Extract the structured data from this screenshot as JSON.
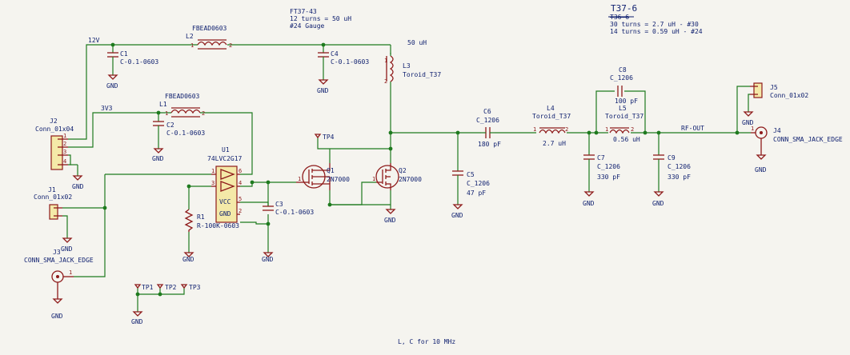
{
  "notes": {
    "ft_title": "FT37-43",
    "ft_line1": "12 turns = 50 uH",
    "ft_line2": "#24 Gauge",
    "uh50": "50 uH",
    "t37_title": "T37-6",
    "t36_struck": "T36-6",
    "t37_line1": "30 turns = 2.7 uH - #30",
    "t37_line2": "14 turns = 0.59 uH - #24",
    "footer": "L, C for 10 MHz"
  },
  "nets": {
    "v12": "12V",
    "v33": "3V3",
    "rfout": "RF-OUT"
  },
  "gnd": "GND",
  "components": {
    "L2": {
      "ref": "L2",
      "val": "FBEAD0603"
    },
    "L1": {
      "ref": "L1",
      "val": "FBEAD0603"
    },
    "C1": {
      "ref": "C1",
      "val": "C-0.1-0603"
    },
    "C4": {
      "ref": "C4",
      "val": "C-0.1-0603"
    },
    "C2": {
      "ref": "C2",
      "val": "C-0.1-0603"
    },
    "C3": {
      "ref": "C3",
      "val": "C-0.1-0603"
    },
    "L3": {
      "ref": "L3",
      "val": "Toroid_T37"
    },
    "J2": {
      "ref": "J2",
      "val": "Conn_01x04"
    },
    "J1": {
      "ref": "J1",
      "val": "Conn_01x02"
    },
    "J3": {
      "ref": "J3",
      "val": "CONN_SMA_JACK_EDGE"
    },
    "J4": {
      "ref": "J4",
      "val": "CONN_SMA_JACK_EDGE"
    },
    "J5": {
      "ref": "J5",
      "val": "Conn_01x02"
    },
    "U1": {
      "ref": "U1",
      "val": "74LVC2G17",
      "vcc": "VCC",
      "gndpin": "GND"
    },
    "R1": {
      "ref": "R1",
      "val": "R-100K-0603"
    },
    "Q1": {
      "ref": "Q1",
      "val": "2N7000"
    },
    "Q2": {
      "ref": "Q2",
      "val": "2N7000"
    },
    "TP4": {
      "ref": "TP4"
    },
    "TP1": {
      "ref": "TP1"
    },
    "TP2": {
      "ref": "TP2"
    },
    "TP3": {
      "ref": "TP3"
    },
    "C6": {
      "ref": "C6",
      "val": "C_1206",
      "value": "180 pF"
    },
    "C5": {
      "ref": "C5",
      "val": "C_1206",
      "value": "47 pF"
    },
    "L4": {
      "ref": "L4",
      "val": "Toroid_T37",
      "value": "2.7 uH"
    },
    "C7": {
      "ref": "C7",
      "val": "C_1206",
      "value": "330 pF"
    },
    "C8": {
      "ref": "C8",
      "val": "C_1206",
      "value": "100 pF"
    },
    "L5": {
      "ref": "L5",
      "val": "Toroid_T37",
      "value": "0.56 uH"
    },
    "C9": {
      "ref": "C9",
      "val": "C_1206",
      "value": "330 pF"
    }
  }
}
